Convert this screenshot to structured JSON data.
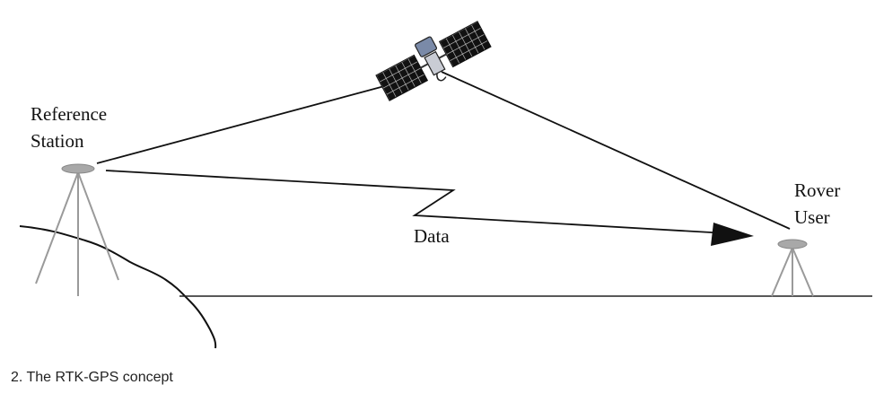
{
  "labels": {
    "reference_line1": "Reference",
    "reference_line2": "Station",
    "rover_line1": "Rover",
    "rover_line2": "User",
    "data": "Data"
  },
  "caption": "2. The RTK-GPS concept",
  "colors": {
    "line": "#222222",
    "tripod": "#9a9a9a",
    "tripod_head": "#a8a8a8",
    "satellite_panel": "#1c1c1c",
    "satellite_body": "#7a8aa8"
  },
  "icons": [
    "satellite-icon",
    "reference-tripod-icon",
    "rover-tripod-icon"
  ]
}
